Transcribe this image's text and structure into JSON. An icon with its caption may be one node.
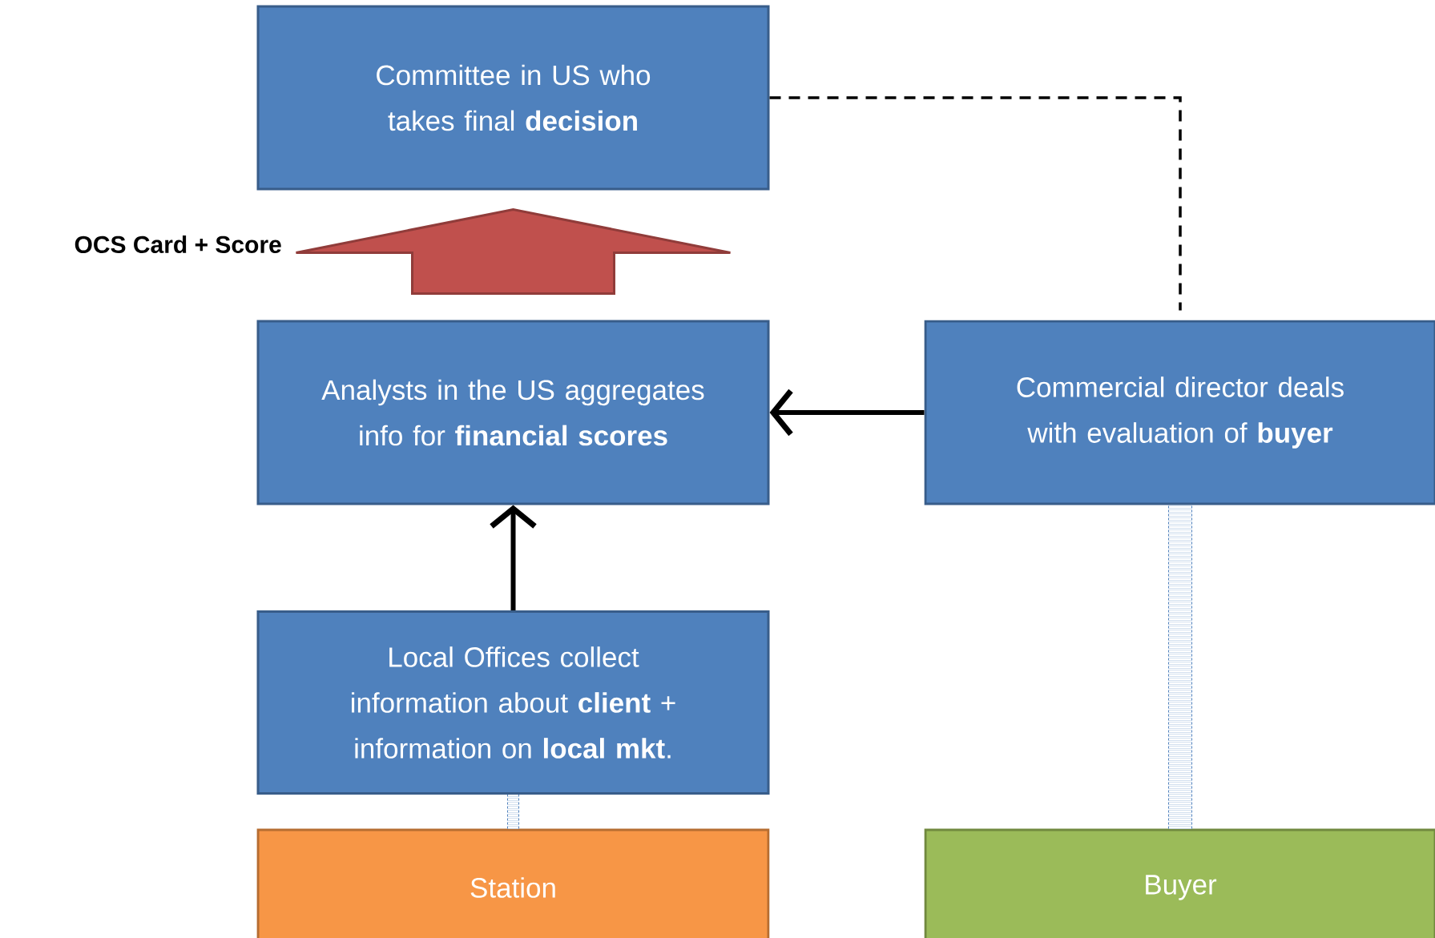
{
  "diagram": {
    "nodes": [
      {
        "text": [
          "Committee in US who takes final **decision**"
        ]
      },
      {
        "text": [
          "Analysts in the US aggregates info for **financial scores**"
        ]
      },
      {
        "text": [
          "Commercial director deals with evaluation of **buyer**"
        ]
      },
      {
        "text": [
          "Local Offices collect information about **client** + information on **local mkt**."
        ]
      },
      {
        "text": [
          "Station"
        ]
      },
      {
        "text": [
          "Buyer"
        ]
      }
    ],
    "edges": [
      {
        "from": 1,
        "to": 0,
        "arrow": "to",
        "style": "thick",
        "color": "#c0504d"
      },
      {
        "from": 0,
        "to": 2,
        "arrow": "none",
        "style": "dashed"
      },
      {
        "from": 2,
        "to": 1,
        "arrow": "to"
      },
      {
        "from": 3,
        "to": 1,
        "arrow": "to"
      },
      {
        "from": 4,
        "to": 3,
        "arrow": "none",
        "style": "dashed",
        "color": "#4f81bd"
      },
      {
        "from": 5,
        "to": 2,
        "arrow": "none",
        "style": "dashed",
        "color": "#4f81bd"
      }
    ],
    "labels": [
      "OCS Card + Score"
    ]
  }
}
